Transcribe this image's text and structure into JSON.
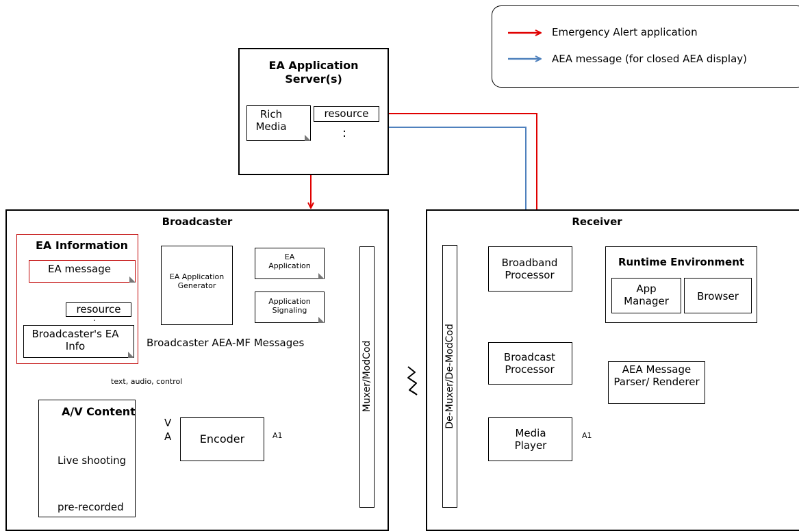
{
  "legend": {
    "ea_app": "Emergency Alert application",
    "aea_msg": "AEA message (for closed AEA display)",
    "red": "#e00000",
    "blue": "#4f81bd"
  },
  "server": {
    "title": "EA Application Server(s)",
    "rich_media": "Rich Media",
    "resource": "resource",
    "dots": ":"
  },
  "broadcaster": {
    "title": "Broadcaster",
    "ea_info": {
      "title": "EA Information",
      "message": "EA message",
      "resource": "resource",
      "dot": ".",
      "bc_info": "Broadcaster's EA Info"
    },
    "generator": "EA Application Generator",
    "ea_app": "EA Application",
    "signaling": "Application Signaling",
    "aea_mf": "Broadcaster AEA-MF Messages",
    "text_audio": "text, audio, control",
    "av": {
      "title": "A/V Content",
      "live": "Live shooting",
      "pre": "pre-recorded"
    },
    "v": "V",
    "a": "A",
    "encoder": "Encoder",
    "a1": "A1",
    "muxer": "Muxer/ModCod"
  },
  "receiver": {
    "title": "Receiver",
    "demux": "De-Muxer/De-ModCod",
    "broadband": "Broadband Processor",
    "runtime": "Runtime Environment",
    "app_manager": "App Manager",
    "browser": "Browser",
    "broadcast": "Broadcast Processor",
    "aea_parser": "AEA Message Parser/ Renderer",
    "media_player": "Media Player",
    "a1": "A1"
  }
}
